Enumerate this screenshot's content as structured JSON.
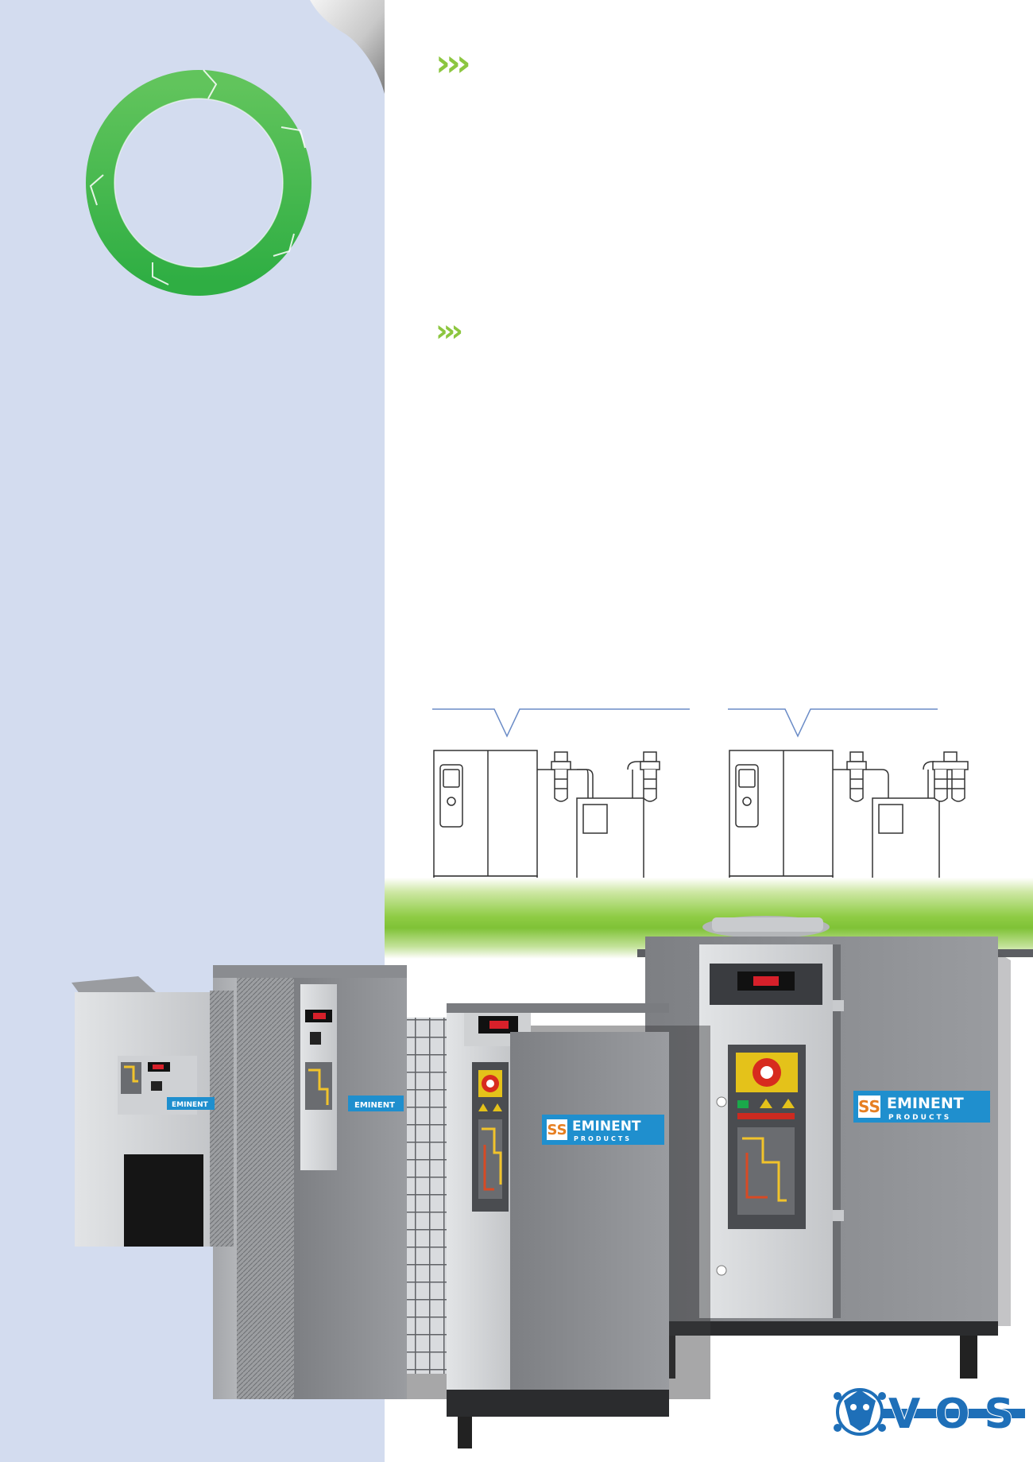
{
  "brand": {
    "logo_line1": "EMINENT",
    "logo_line2": "PRODUCTS",
    "logo_mark": "SS",
    "company_logo": "V O S"
  },
  "colors": {
    "sidebar": "#d3dcef",
    "accent_green": "#8cc63f",
    "ring_green": "#3cb34a",
    "cabinet_grey": "#8d8f93",
    "logo_blue": "#1f8fce",
    "diagram_line": "#6b8cc7"
  },
  "icons": {
    "section_marker": "chevrons-right-icon",
    "cycle": "cycle-ring-icon",
    "corner": "page-curl-icon"
  }
}
